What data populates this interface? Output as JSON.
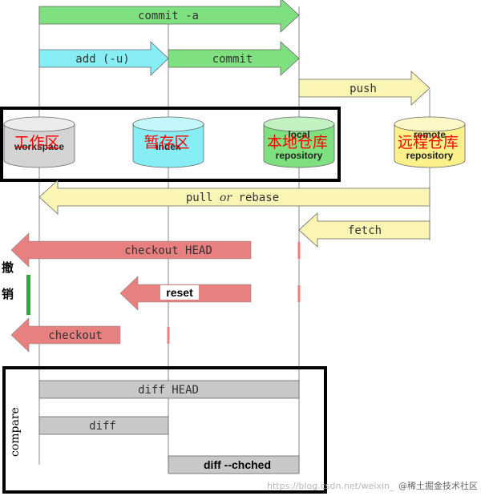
{
  "arrows": {
    "commit_a": "commit -a",
    "add": "add (-u)",
    "commit": "commit",
    "push": "push",
    "pull_pre": "pull ",
    "pull_or": "or",
    "pull_post": " rebase",
    "fetch": "fetch",
    "checkout_head": "checkout HEAD",
    "reset": "reset",
    "checkout": "checkout"
  },
  "stores": {
    "workspace": {
      "label": "workspace",
      "cn": "工作区"
    },
    "index": {
      "label": "index",
      "cn": "暂存区"
    },
    "local": {
      "label_line1": "local",
      "label_line2": "repository",
      "cn": "本地仓库"
    },
    "remote": {
      "label_line1": "remote",
      "label_line2": "repository",
      "cn": "远程仓库"
    }
  },
  "side_labels": {
    "undo_1": "撤",
    "undo_2": "销",
    "compare": "compare"
  },
  "diffs": {
    "diff_head": "diff HEAD",
    "diff": "diff",
    "diff_cached": "diff --chched"
  },
  "watermark": {
    "url": "https://blog.csdn.net/weixin_",
    "site": "@稀土掘金技术社区"
  },
  "colors": {
    "green": "#7ee07e",
    "cyan": "#86eef4",
    "yellow": "#fbf5b4",
    "red": "#e88080",
    "gray": "#c8c8c8"
  }
}
